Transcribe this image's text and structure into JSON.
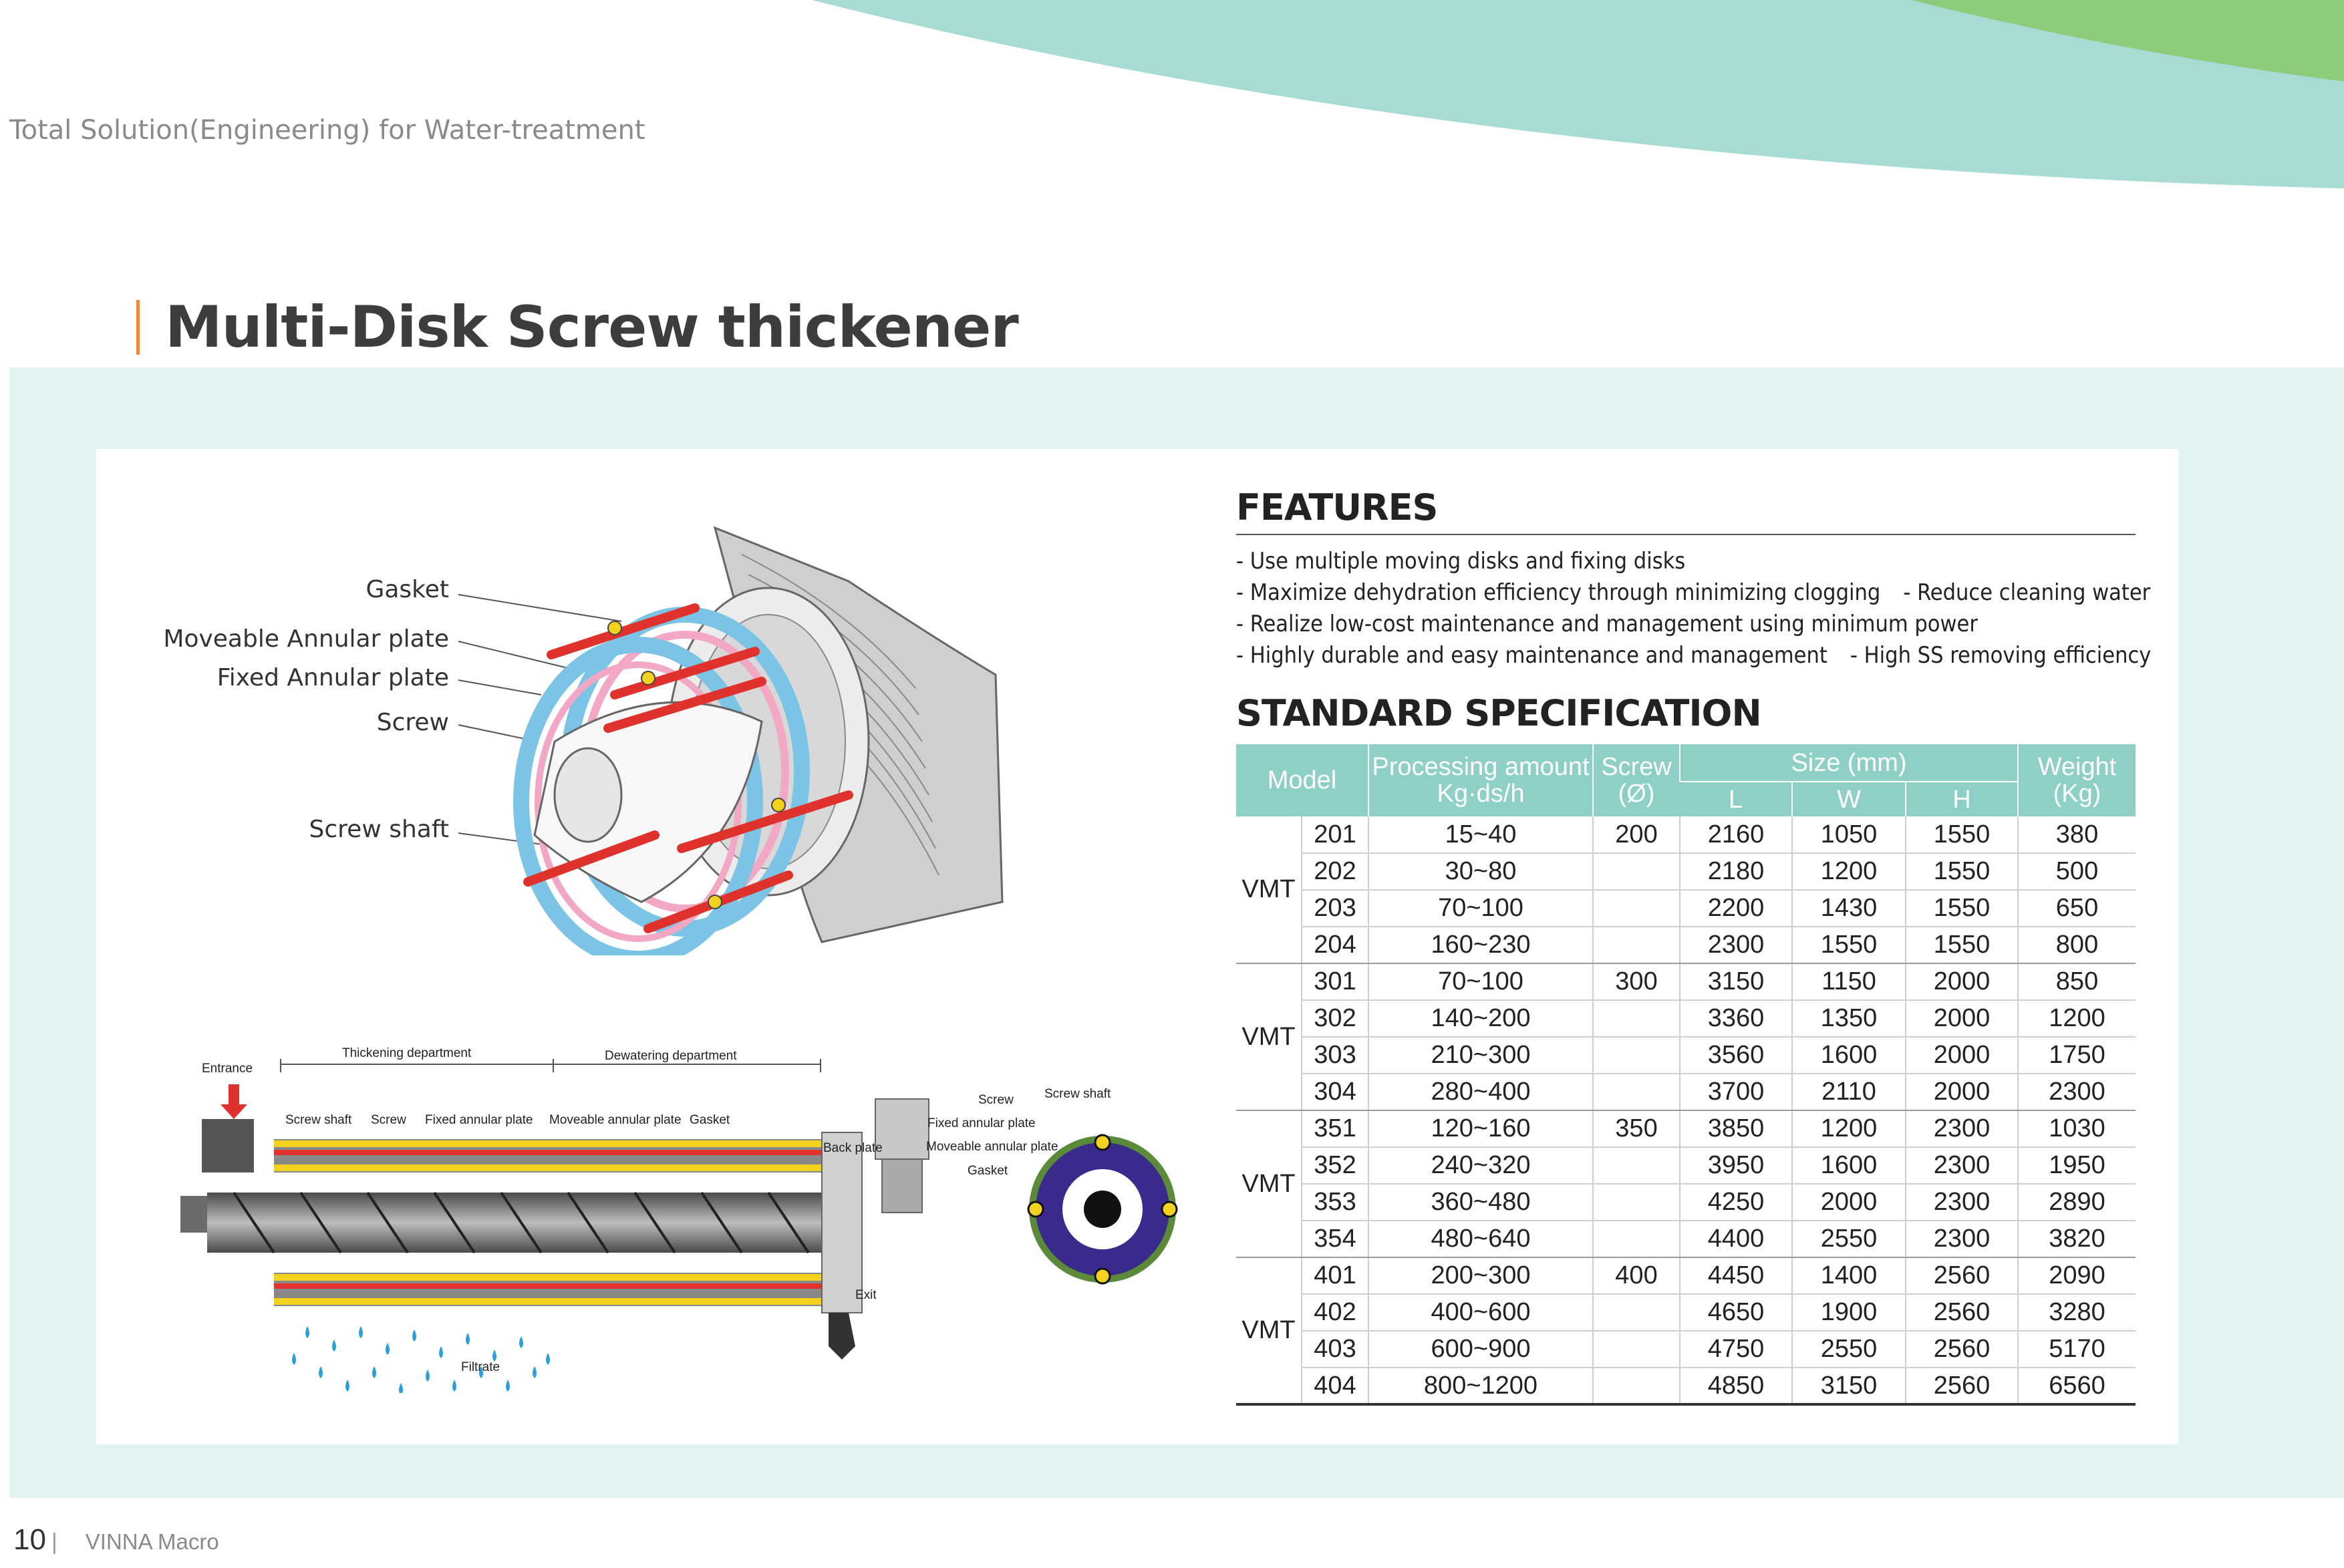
{
  "header": {
    "tagline": "Total Solution(Engineering) for Water-treatment"
  },
  "title": "Multi-Disk Screw thickener",
  "diagram_top": {
    "labels": [
      "Gasket",
      "Moveable Annular plate",
      "Fixed Annular plate",
      "Screw",
      "Screw shaft"
    ]
  },
  "diagram_bottom": {
    "entrance": "Entrance",
    "thickening": "Thickening department",
    "dewatering": "Dewatering department",
    "screw_shaft": "Screw shaft",
    "screw": "Screw",
    "fixed_annular": "Fixed annular plate",
    "moveable_annular": "Moveable annular plate",
    "gasket": "Gasket",
    "back_plate": "Back plate",
    "exit": "Exit",
    "filtrate": "Filtrate"
  },
  "diagram_side": {
    "screw": "Screw",
    "screw_shaft": "Screw shaft",
    "fixed_annular": "Fixed annular plate",
    "moveable_annular": "Moveable annular plate",
    "gasket": "Gasket"
  },
  "features": {
    "heading": "FEATURES",
    "items": [
      "- Use multiple moving disks and fixing disks",
      "- Maximize dehydration efficiency through minimizing clogging",
      "- Reduce cleaning water",
      "- Realize low-cost maintenance and management using minimum power",
      "- Highly durable and easy maintenance and management",
      "- High SS removing efficiency"
    ]
  },
  "spec": {
    "heading": "STANDARD SPECIFICATION",
    "headers": {
      "model": "Model",
      "processing_1": "Processing amount",
      "processing_2": "Kg·ds/h",
      "screw_1": "Screw",
      "screw_2": "(Ø)",
      "size": "Size (mm)",
      "l": "L",
      "w": "W",
      "h": "H",
      "weight_1": "Weight",
      "weight_2": "(Kg)"
    },
    "groups": [
      {
        "series": "VMT",
        "screw": "200",
        "rows": [
          [
            "201",
            "15~40",
            "2160",
            "1050",
            "1550",
            "380"
          ],
          [
            "202",
            "30~80",
            "2180",
            "1200",
            "1550",
            "500"
          ],
          [
            "203",
            "70~100",
            "2200",
            "1430",
            "1550",
            "650"
          ],
          [
            "204",
            "160~230",
            "2300",
            "1550",
            "1550",
            "800"
          ]
        ]
      },
      {
        "series": "VMT",
        "screw": "300",
        "rows": [
          [
            "301",
            "70~100",
            "3150",
            "1150",
            "2000",
            "850"
          ],
          [
            "302",
            "140~200",
            "3360",
            "1350",
            "2000",
            "1200"
          ],
          [
            "303",
            "210~300",
            "3560",
            "1600",
            "2000",
            "1750"
          ],
          [
            "304",
            "280~400",
            "3700",
            "2110",
            "2000",
            "2300"
          ]
        ]
      },
      {
        "series": "VMT",
        "screw": "350",
        "rows": [
          [
            "351",
            "120~160",
            "3850",
            "1200",
            "2300",
            "1030"
          ],
          [
            "352",
            "240~320",
            "3950",
            "1600",
            "2300",
            "1950"
          ],
          [
            "353",
            "360~480",
            "4250",
            "2000",
            "2300",
            "2890"
          ],
          [
            "354",
            "480~640",
            "4400",
            "2550",
            "2300",
            "3820"
          ]
        ]
      },
      {
        "series": "VMT",
        "screw": "400",
        "rows": [
          [
            "401",
            "200~300",
            "4450",
            "1400",
            "2560",
            "2090"
          ],
          [
            "402",
            "400~600",
            "4650",
            "1900",
            "2560",
            "3280"
          ],
          [
            "403",
            "600~900",
            "4750",
            "2550",
            "2560",
            "5170"
          ],
          [
            "404",
            "800~1200",
            "4850",
            "3150",
            "2560",
            "6560"
          ]
        ]
      }
    ]
  },
  "footer": {
    "page": "10",
    "sep": "|",
    "brand": "VINNA Macro"
  },
  "colors": {
    "accent": "#f0883c",
    "mint": "#e2f4f1",
    "table_header": "#8fd0c6",
    "band_teal": "#a6dcd4",
    "band_green": "#8ccc7a"
  }
}
